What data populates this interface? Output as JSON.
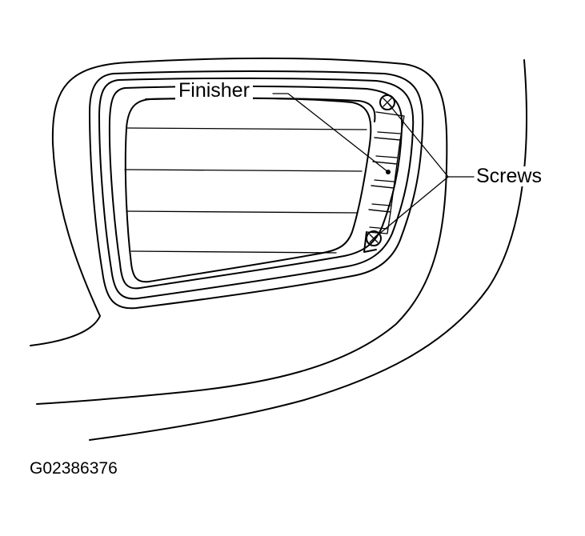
{
  "labels": {
    "finisher": "Finisher",
    "screws": "Screws"
  },
  "figure_code": "G02386376"
}
